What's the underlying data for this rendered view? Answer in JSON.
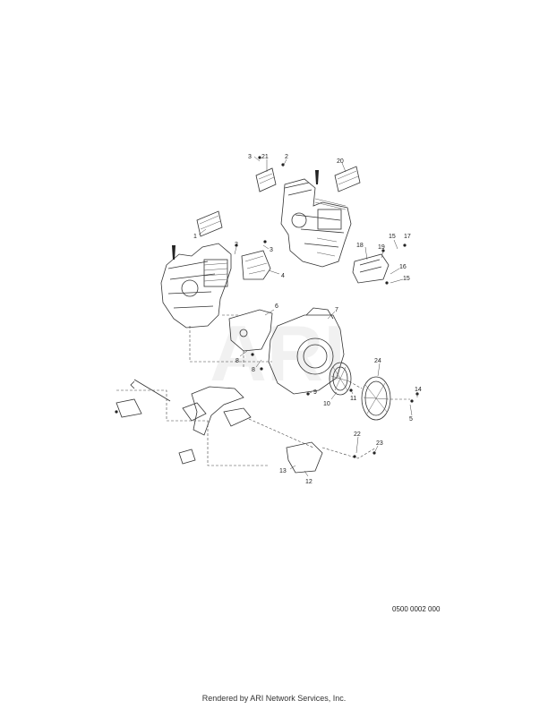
{
  "watermark": "ARI",
  "diagram_code": "0500 0002 000",
  "footer": "Rendered by ARI Network Services, Inc.",
  "callouts": [
    {
      "id": "c3a",
      "text": "3"
    },
    {
      "id": "c21",
      "text": "21"
    },
    {
      "id": "c2a",
      "text": "2"
    },
    {
      "id": "c20",
      "text": "20"
    },
    {
      "id": "c1",
      "text": "1"
    },
    {
      "id": "c2b",
      "text": "2"
    },
    {
      "id": "c3b",
      "text": "3"
    },
    {
      "id": "c4",
      "text": "4"
    },
    {
      "id": "c18",
      "text": "18"
    },
    {
      "id": "c15a",
      "text": "15"
    },
    {
      "id": "c17",
      "text": "17"
    },
    {
      "id": "c19",
      "text": "19"
    },
    {
      "id": "c16",
      "text": "16"
    },
    {
      "id": "c15b",
      "text": "15"
    },
    {
      "id": "c6",
      "text": "6"
    },
    {
      "id": "c7",
      "text": "7"
    },
    {
      "id": "c8a",
      "text": "8"
    },
    {
      "id": "c8b",
      "text": "8"
    },
    {
      "id": "c24",
      "text": "24"
    },
    {
      "id": "c9",
      "text": "9"
    },
    {
      "id": "c11",
      "text": "11"
    },
    {
      "id": "c10",
      "text": "10"
    },
    {
      "id": "c14",
      "text": "14"
    },
    {
      "id": "c5",
      "text": "5"
    },
    {
      "id": "c22",
      "text": "22"
    },
    {
      "id": "c23",
      "text": "23"
    },
    {
      "id": "c13",
      "text": "13"
    },
    {
      "id": "c12",
      "text": "12"
    }
  ]
}
